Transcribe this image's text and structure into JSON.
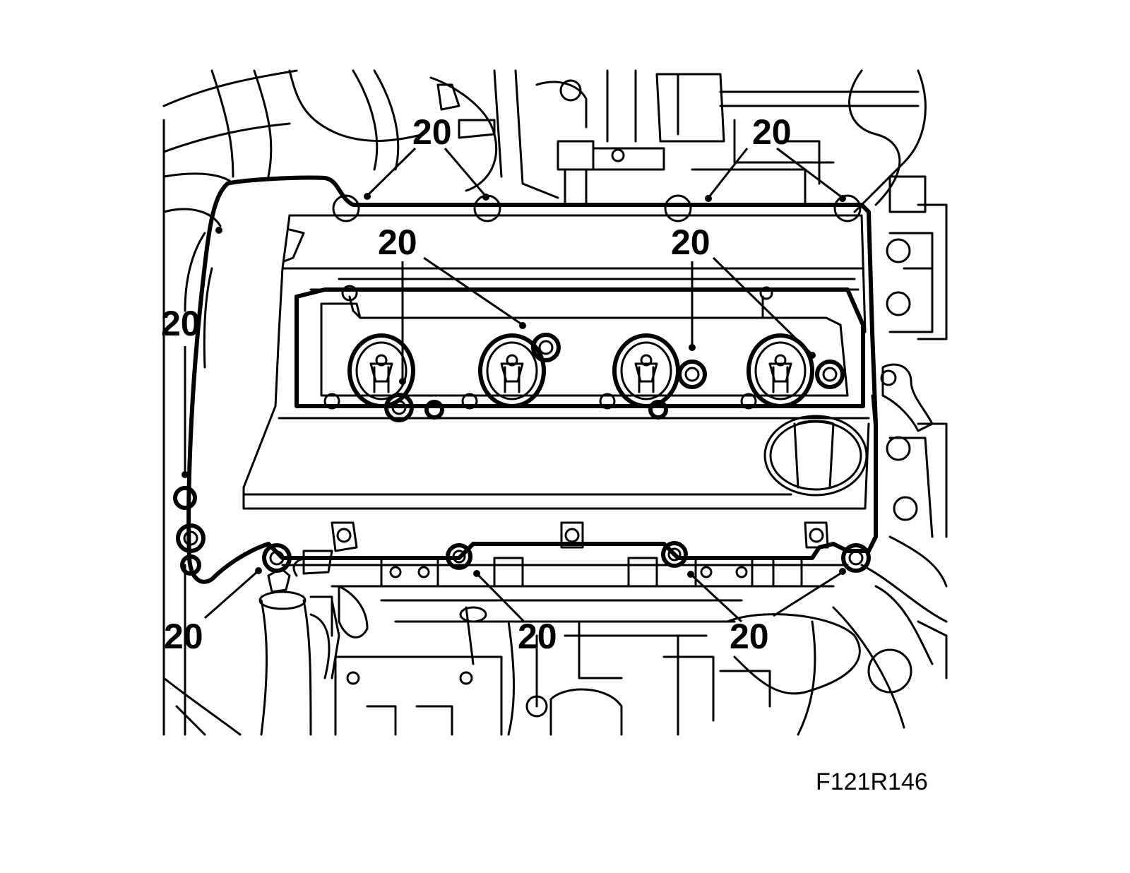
{
  "figure_code": "F121R146",
  "callouts": [
    {
      "id": "top-left-pair",
      "text": "20"
    },
    {
      "id": "top-right-pair",
      "text": "20"
    },
    {
      "id": "inner-left",
      "text": "20"
    },
    {
      "id": "inner-right",
      "text": "20"
    },
    {
      "id": "left-side",
      "text": "20"
    },
    {
      "id": "bottom-left",
      "text": "20"
    },
    {
      "id": "bottom-center",
      "text": "20"
    },
    {
      "id": "bottom-right",
      "text": "20"
    }
  ],
  "colors": {
    "line": "#000000",
    "background": "#ffffff"
  }
}
